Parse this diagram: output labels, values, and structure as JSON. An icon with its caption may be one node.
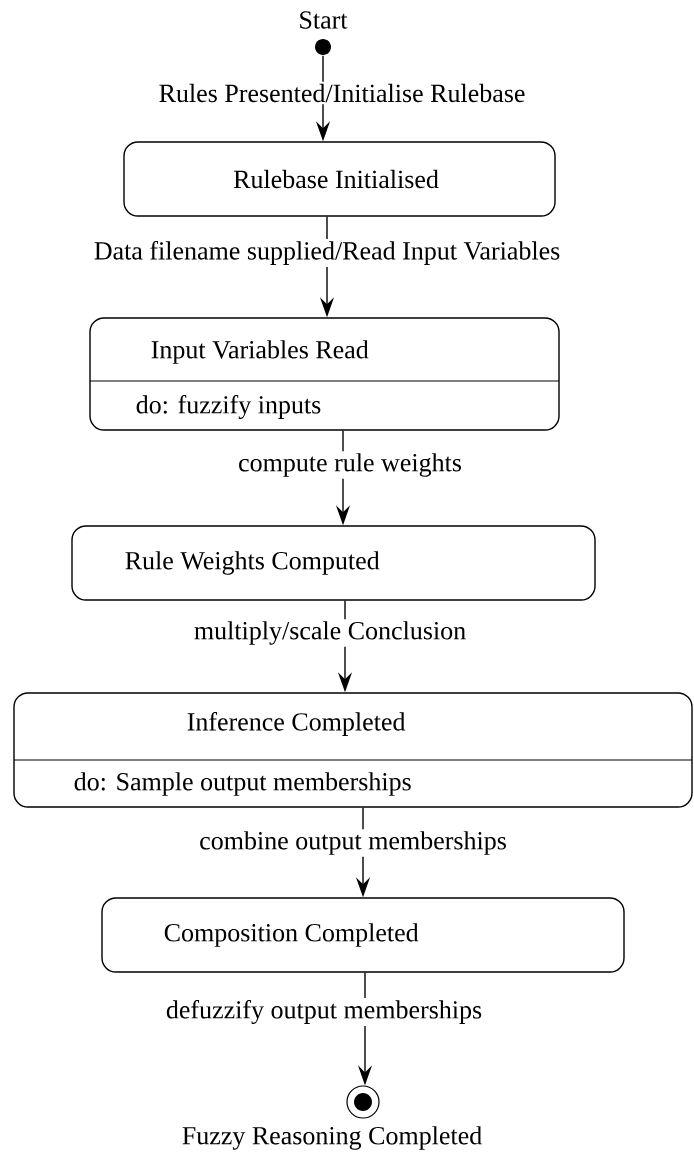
{
  "diagram": {
    "nodes": [
      {
        "text": [],
        "shape": "circle",
        "beside": [
          "Start"
        ]
      },
      {
        "text": [
          "Rulebase Initialised"
        ]
      },
      {
        "text": [
          "Input Variables Read",
          "do: fuzzify inputs"
        ]
      },
      {
        "text": [
          "Rule Weights Computed"
        ]
      },
      {
        "text": [
          "Inference Completed",
          "do: Sample output memberships"
        ]
      },
      {
        "text": [
          "Composition Completed"
        ]
      },
      {
        "text": [],
        "shape": "circle",
        "beside": [
          "Fuzzy Reasoning Completed"
        ]
      }
    ],
    "edges": [
      {
        "from": 0,
        "to": 1,
        "arrow": "to",
        "label": "Rules Presented/Initialise Rulebase"
      },
      {
        "from": 1,
        "to": 2,
        "arrow": "to",
        "label": "Data filename supplied/Read Input Variables"
      },
      {
        "from": 2,
        "to": 3,
        "arrow": "to",
        "label": "compute rule weights"
      },
      {
        "from": 3,
        "to": 4,
        "arrow": "to",
        "label": "multiply/scale Conclusion"
      },
      {
        "from": 4,
        "to": 5,
        "arrow": "to",
        "label": "combine output memberships"
      },
      {
        "from": 5,
        "to": 6,
        "arrow": "to",
        "label": "defuzzify output memberships"
      }
    ]
  }
}
